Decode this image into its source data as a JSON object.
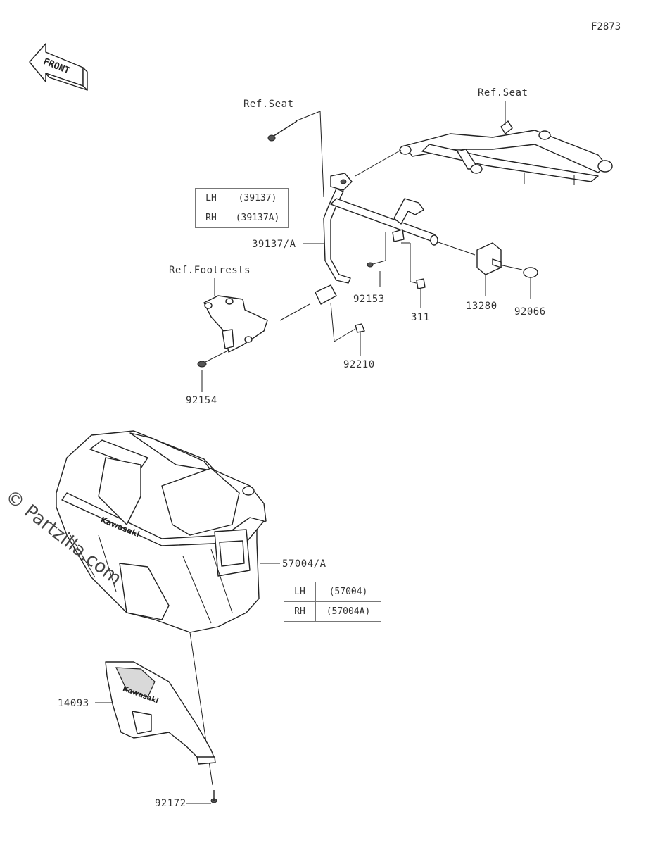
{
  "figure_id": "F2873",
  "front_badge": "FRONT",
  "watermark": "© Partzilla.com",
  "labels": {
    "ref_seat_left": "Ref.Seat",
    "ref_seat_right": "Ref.Seat",
    "ref_footrests": "Ref.Footrests",
    "p39137": "39137/A",
    "p92153": "92153",
    "p311": "311",
    "p13280": "13280",
    "p92066": "92066",
    "p92210": "92210",
    "p92154": "92154",
    "p57004": "57004/A",
    "p14093": "14093",
    "p92172": "92172"
  },
  "table_bracket": [
    {
      "side": "LH",
      "part": "(39137)"
    },
    {
      "side": "RH",
      "part": "(39137A)"
    }
  ],
  "table_case": [
    {
      "side": "LH",
      "part": "(57004)"
    },
    {
      "side": "RH",
      "part": "(57004A)"
    }
  ],
  "case_logo": "Kawasaki"
}
